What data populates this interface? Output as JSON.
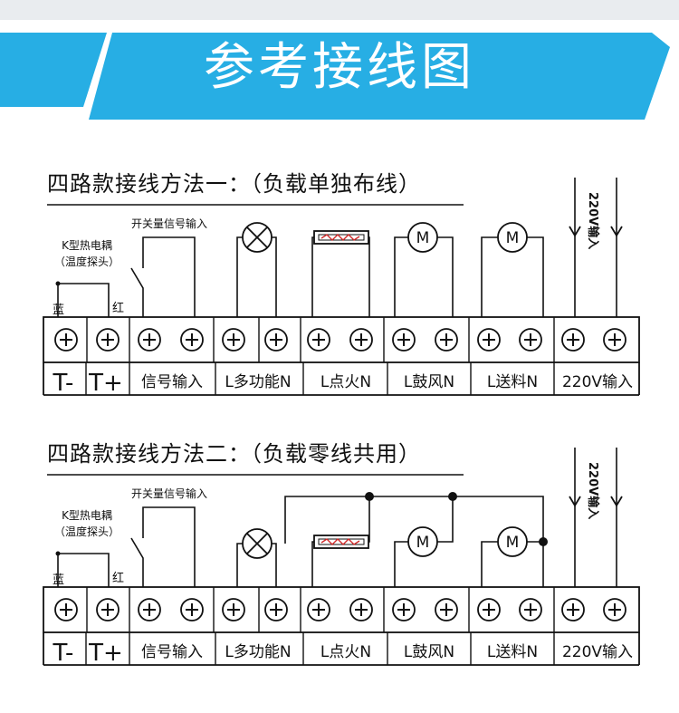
{
  "banner": {
    "title": "参考接线图"
  },
  "sections": [
    {
      "title": "四路款接线方法一：（负载单独布线）",
      "switch_label": "开关量信号输入",
      "sensor_label_1": "K型热电耦",
      "sensor_label_2": "（温度探头）",
      "wire_blue": "蓝",
      "wire_red": "红",
      "power_label": "220V输入",
      "terminal_labels": [
        "T-",
        "T+",
        "信号输入",
        "L多功能N",
        "L点火N",
        "L鼓风N",
        "L送料N",
        "220V输入"
      ]
    },
    {
      "title": "四路款接线方法二：（负载零线共用）",
      "switch_label": "开关量信号输入",
      "sensor_label_1": "K型热电耦",
      "sensor_label_2": "（温度探头）",
      "wire_blue": "蓝",
      "wire_red": "红",
      "power_label": "220V输入",
      "terminal_labels": [
        "T-",
        "T+",
        "信号输入",
        "L多功能N",
        "L点火N",
        "L鼓风N",
        "L送料N",
        "220V输入"
      ]
    }
  ],
  "colors": {
    "banner_blue": "#27aee4",
    "banner_gray": "#e9ecef",
    "line": "#111111"
  },
  "icons": [
    "terminal-screw-icon",
    "lamp-icon",
    "igniter-heater-icon",
    "motor-icon",
    "arrow-down-icon"
  ]
}
